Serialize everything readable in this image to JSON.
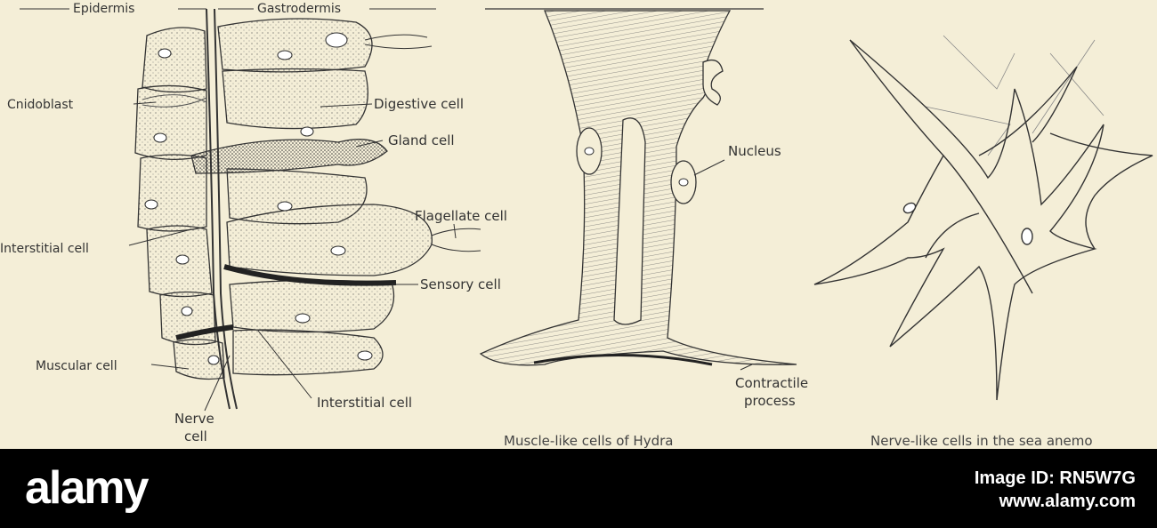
{
  "diagram": {
    "labels": {
      "epidermis": "Epidermis",
      "gastrodermis": "Gastrodermis",
      "cnidoblast": "Cnidoblast",
      "digestive_cell": "Digestive cell",
      "gland_cell": "Gland cell",
      "flagellate_cell": "Flagellate cell",
      "interstitial_cell_left": "Interstitial cell",
      "sensory_cell": "Sensory cell",
      "muscular_cell": "Muscular cell",
      "nerve_cell_line1": "Nerve",
      "nerve_cell_line2": "cell",
      "interstitial_cell_bottom": "Interstitial cell",
      "nucleus": "Nucleus",
      "contractile_line1": "Contractile",
      "contractile_line2": "process"
    },
    "captions": {
      "middle": "Muscle-like cells of Hydra",
      "right": "Nerve-like cells in the sea anemo"
    }
  },
  "footer": {
    "logo": "alamy",
    "image_id": "Image ID: RN5W7G",
    "url": "www.alamy.com"
  }
}
